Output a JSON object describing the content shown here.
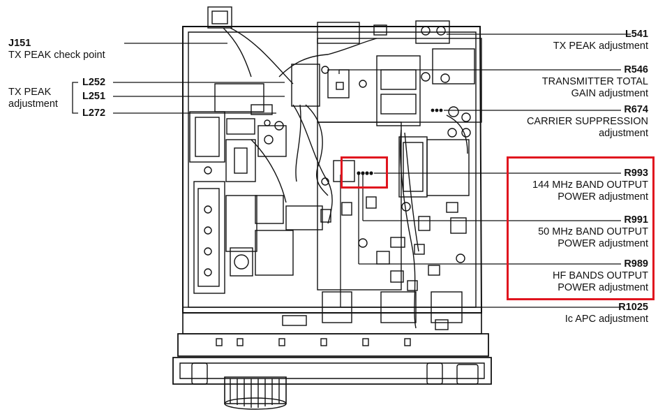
{
  "colors": {
    "highlight": "#e0141e",
    "line": "#111111"
  },
  "labels": {
    "j151": {
      "code": "J151",
      "desc": "TX PEAK check point"
    },
    "tx_peak_group": {
      "line1": "TX PEAK",
      "line2": "adjustment",
      "codes": [
        "L252",
        "L251",
        "L272"
      ]
    },
    "l541": {
      "code": "L541",
      "desc": "TX PEAK adjustment"
    },
    "r546": {
      "code": "R546",
      "desc1": "TRANSMITTER TOTAL",
      "desc2": "GAIN adjustment"
    },
    "r674": {
      "code": "R674",
      "desc1": "CARRIER SUPPRESSION",
      "desc2": "adjustment"
    },
    "r993": {
      "code": "R993",
      "desc1": "144 MHz BAND OUTPUT",
      "desc2": "POWER adjustment"
    },
    "r991": {
      "code": "R991",
      "desc1": "50 MHz BAND OUTPUT",
      "desc2": "POWER adjustment"
    },
    "r989": {
      "code": "R989",
      "desc1": "HF BANDS OUTPUT",
      "desc2": "POWER adjustment"
    },
    "r1025": {
      "code": "R1025",
      "desc": "Ic APC adjustment"
    }
  }
}
